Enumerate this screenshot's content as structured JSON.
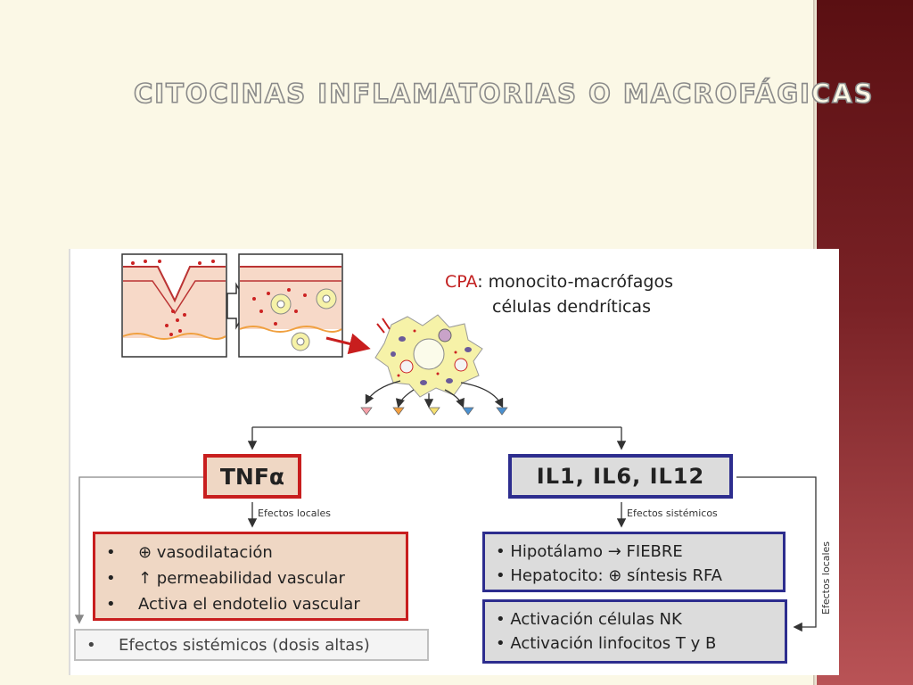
{
  "title": "CITOCINAS INFLAMATORIAS O MACROFÁGICAS",
  "cpa": {
    "label": "CPA",
    "line1": ": monocito-macrófagos",
    "line2": "células dendríticas"
  },
  "tnf": {
    "label": "TNFα",
    "local_label": "Efectos locales",
    "effects": [
      "⊕ vasodilatación",
      "↑ permeabilidad vascular",
      "Activa el endotelio vascular"
    ],
    "systemic": "Efectos sistémicos (dosis altas)"
  },
  "il": {
    "label": "IL1, IL6, IL12",
    "systemic_label": "Efectos sistémicos",
    "local_label": "Efectos locales",
    "systemic_effects": [
      "Hipotálamo → FIEBRE",
      "Hepatocito: ⊕ síntesis RFA"
    ],
    "activation_effects": [
      "Activación células NK",
      "Activación linfocitos T y B"
    ]
  },
  "bullet": "•",
  "colors": {
    "red": "#c81e1e",
    "blue": "#2d2d8e",
    "peach": "#efd7c4",
    "grey": "#dcdcdc",
    "side_band": "#7a2226"
  }
}
